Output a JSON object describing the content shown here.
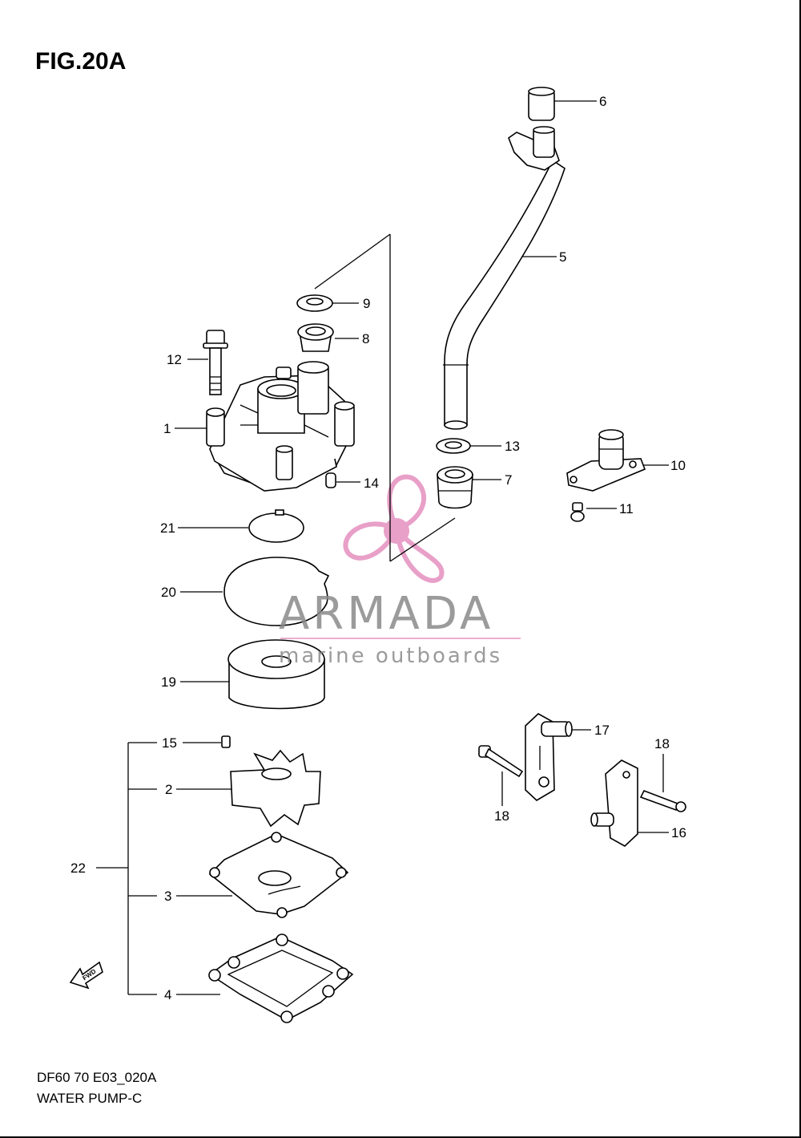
{
  "figure": {
    "title": "FIG.20A",
    "code": "DF60 70 E03_020A",
    "name": "WATER PUMP-C"
  },
  "watermark": {
    "brand": "ARMADA",
    "tagline": "marine outboards",
    "logo_color": "#e8a0c8",
    "text_color": "#8a8a8a"
  },
  "fwd_label": "FWD",
  "callouts": {
    "p1": "1",
    "p2": "2",
    "p3": "3",
    "p4": "4",
    "p5": "5",
    "p6": "6",
    "p7": "7",
    "p8": "8",
    "p9": "9",
    "p10": "10",
    "p11": "11",
    "p12": "12",
    "p13": "13",
    "p14": "14",
    "p15": "15",
    "p16": "16",
    "p17": "17",
    "p18a": "18",
    "p18b": "18",
    "p19": "19",
    "p20": "20",
    "p21": "21",
    "p22": "22"
  }
}
